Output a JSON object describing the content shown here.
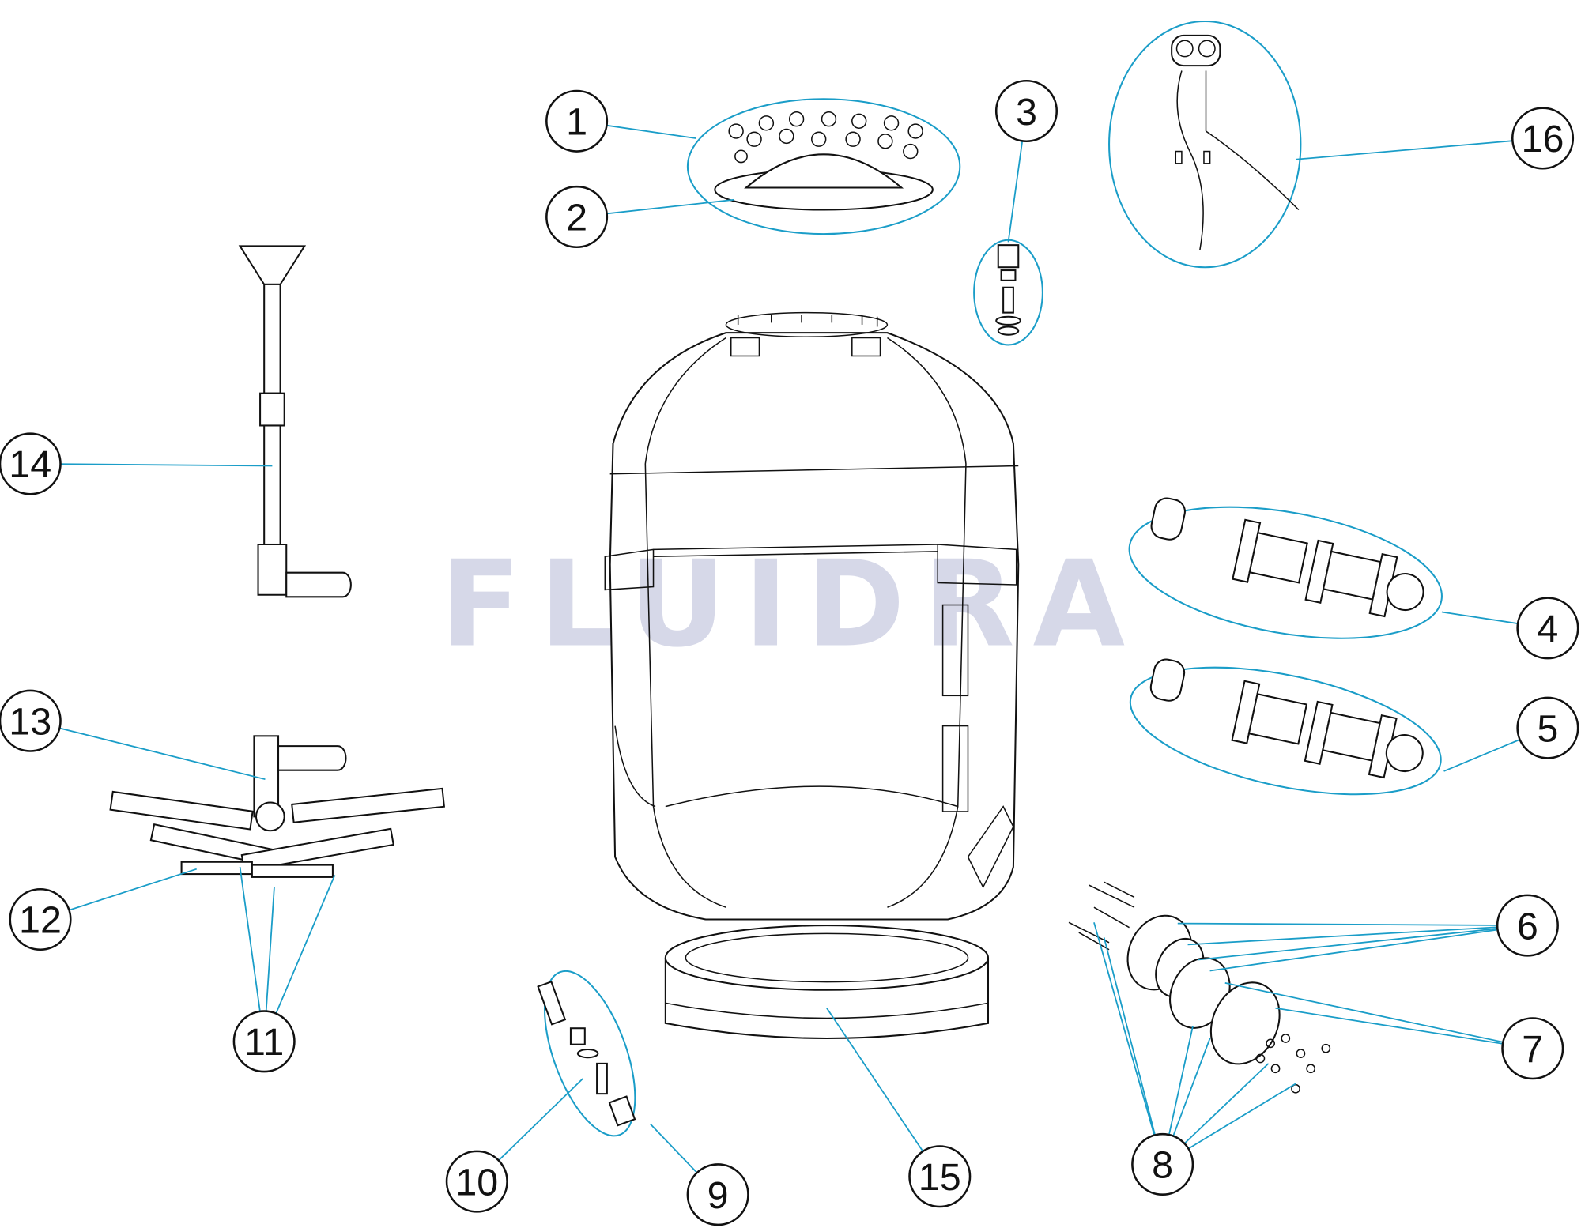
{
  "diagram": {
    "type": "exploded-parts-diagram",
    "watermark": "FLUIDRA",
    "callouts": [
      "1",
      "2",
      "3",
      "4",
      "5",
      "6",
      "7",
      "8",
      "9",
      "10",
      "11",
      "12",
      "13",
      "14",
      "15",
      "16"
    ],
    "colors": {
      "leader": "#1a9dc8",
      "line": "#111111",
      "watermark": "#d6d8e8"
    }
  }
}
